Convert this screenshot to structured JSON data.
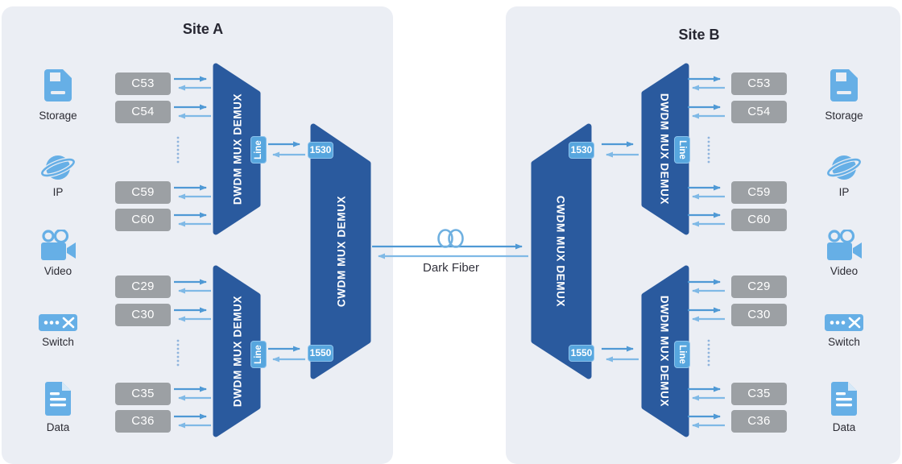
{
  "link": {
    "label": "Dark Fiber"
  },
  "site_a": {
    "title": "Site A",
    "services": [
      "Storage",
      "IP",
      "Video",
      "Switch",
      "Data"
    ],
    "channels_top": [
      "C53",
      "C54",
      "C59",
      "C60"
    ],
    "channels_bottom": [
      "C29",
      "C30",
      "C35",
      "C36"
    ],
    "dwdm_label": "DWDM MUX DEMUX",
    "cwdm_label": "CWDM MUX DEMUX",
    "line_port": "Line",
    "wavelength_top": "1530",
    "wavelength_bottom": "1550"
  },
  "site_b": {
    "title": "Site B",
    "services": [
      "Storage",
      "IP",
      "Video",
      "Switch",
      "Data"
    ],
    "channels_top": [
      "C53",
      "C54",
      "C59",
      "C60"
    ],
    "channels_bottom": [
      "C29",
      "C30",
      "C35",
      "C36"
    ],
    "dwdm_label": "DWDM MUX DEMUX",
    "cwdm_label": "CWDM MUX DEMUX",
    "line_port": "Line",
    "wavelength_top": "1530",
    "wavelength_bottom": "1550"
  },
  "colors": {
    "panel_background": "#ebeef4",
    "mux_blue": "#2a5a9e",
    "badge_blue": "#57a6de",
    "badge_border": "#8cc2ec",
    "channel_gray": "#9ca0a4",
    "arrow_dark": "#4f99d5",
    "arrow_light": "#7fb9e6",
    "icon_blue": "#66afe6",
    "text_dark": "#2b2b33"
  }
}
